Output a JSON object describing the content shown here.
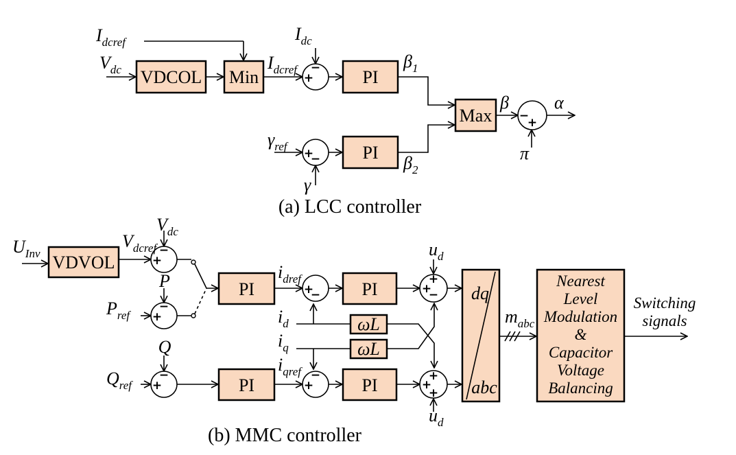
{
  "lcc": {
    "caption": "(a) LCC controller",
    "blocks": {
      "vdcol": "VDCOL",
      "min": "Min",
      "pi1": "PI",
      "pi2": "PI",
      "max": "Max"
    },
    "labels": {
      "idcref_top": {
        "main": "I",
        "sub": "dcref"
      },
      "vdc": {
        "main": "V",
        "sub": "dc"
      },
      "idcref_mid": {
        "main": "I",
        "sub": "dcref"
      },
      "idc": {
        "main": "I",
        "sub": "dc"
      },
      "beta1": {
        "main": "β",
        "sub": "1"
      },
      "beta2": {
        "main": "β",
        "sub": "2"
      },
      "beta": "β",
      "alpha": "α",
      "pi_const": "π",
      "gamma_ref": {
        "main": "γ",
        "sub": "ref"
      },
      "gamma": "γ"
    }
  },
  "mmc": {
    "caption": "(b) MMC controller",
    "blocks": {
      "vdvol": "VDVOL",
      "pi_outer_d": "PI",
      "pi_inner_d": "PI",
      "pi_outer_q": "PI",
      "pi_inner_q": "PI",
      "wl_top": "ωL",
      "wl_bottom": "ωL",
      "dq": "dq",
      "abc": "abc",
      "nlm_lines": [
        "Nearest",
        "Level",
        "Modulation",
        "&",
        "Capacitor",
        "Voltage",
        "Balancing"
      ]
    },
    "labels": {
      "uinv": {
        "main": "U",
        "sub": "Inv"
      },
      "vdcref": {
        "main": "V",
        "sub": "dcref"
      },
      "vdc": {
        "main": "V",
        "sub": "dc"
      },
      "p": "P",
      "pref": {
        "main": "P",
        "sub": "ref"
      },
      "q": "Q",
      "qref": {
        "main": "Q",
        "sub": "ref"
      },
      "idref": {
        "main": "i",
        "sub": "dref"
      },
      "iqref": {
        "main": "i",
        "sub": "qref"
      },
      "id": {
        "main": "i",
        "sub": "d"
      },
      "iq": {
        "main": "i",
        "sub": "q"
      },
      "ud_top": {
        "main": "u",
        "sub": "d"
      },
      "ud_bottom": {
        "main": "u",
        "sub": "d"
      },
      "mabc": {
        "main": "m",
        "sub": "abc"
      },
      "switching_1": "Switching",
      "switching_2": "signals"
    }
  }
}
